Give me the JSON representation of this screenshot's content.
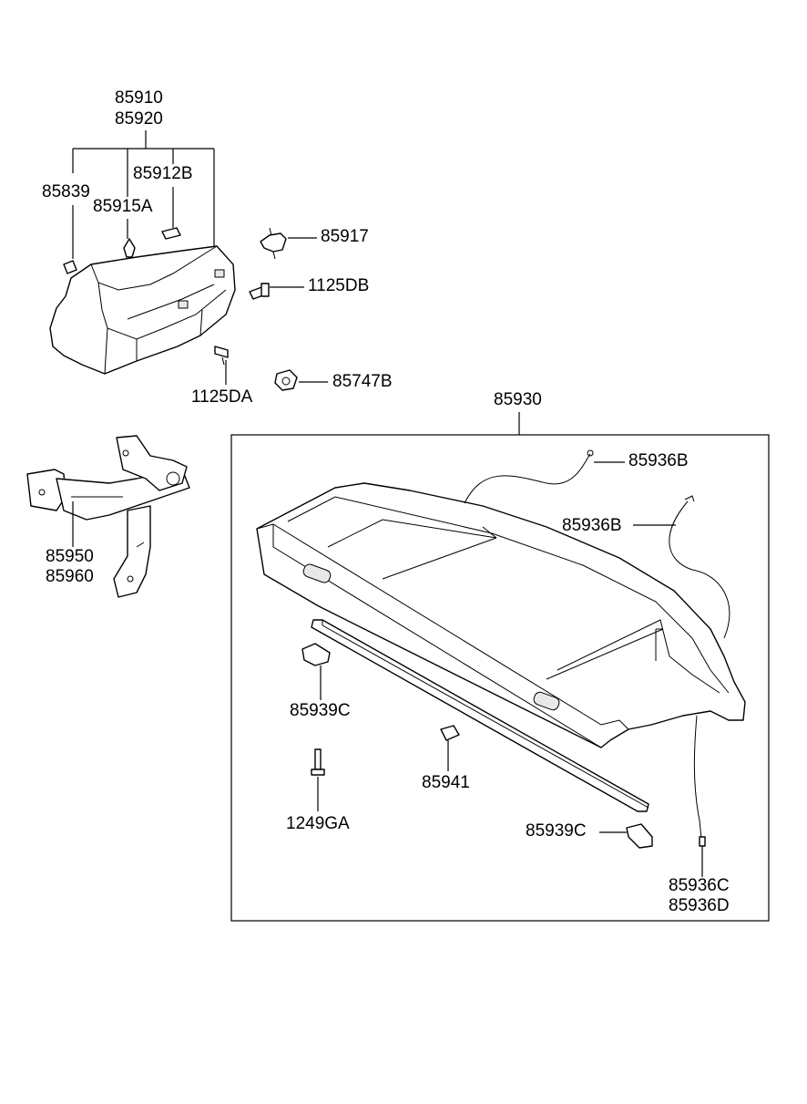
{
  "diagram": {
    "labels": {
      "p85910": "85910",
      "p85920": "85920",
      "p85912B": "85912B",
      "p85839": "85839",
      "p85915A": "85915A",
      "p85917": "85917",
      "p1125DB": "1125DB",
      "p1125DA": "1125DA",
      "p85747B": "85747B",
      "p85930": "85930",
      "p85936B_1": "85936B",
      "p85936B_2": "85936B",
      "p85950": "85950",
      "p85960": "85960",
      "p85939C_1": "85939C",
      "p85941": "85941",
      "p1249GA": "1249GA",
      "p85939C_2": "85939C",
      "p85936C": "85936C",
      "p85936D": "85936D"
    }
  }
}
